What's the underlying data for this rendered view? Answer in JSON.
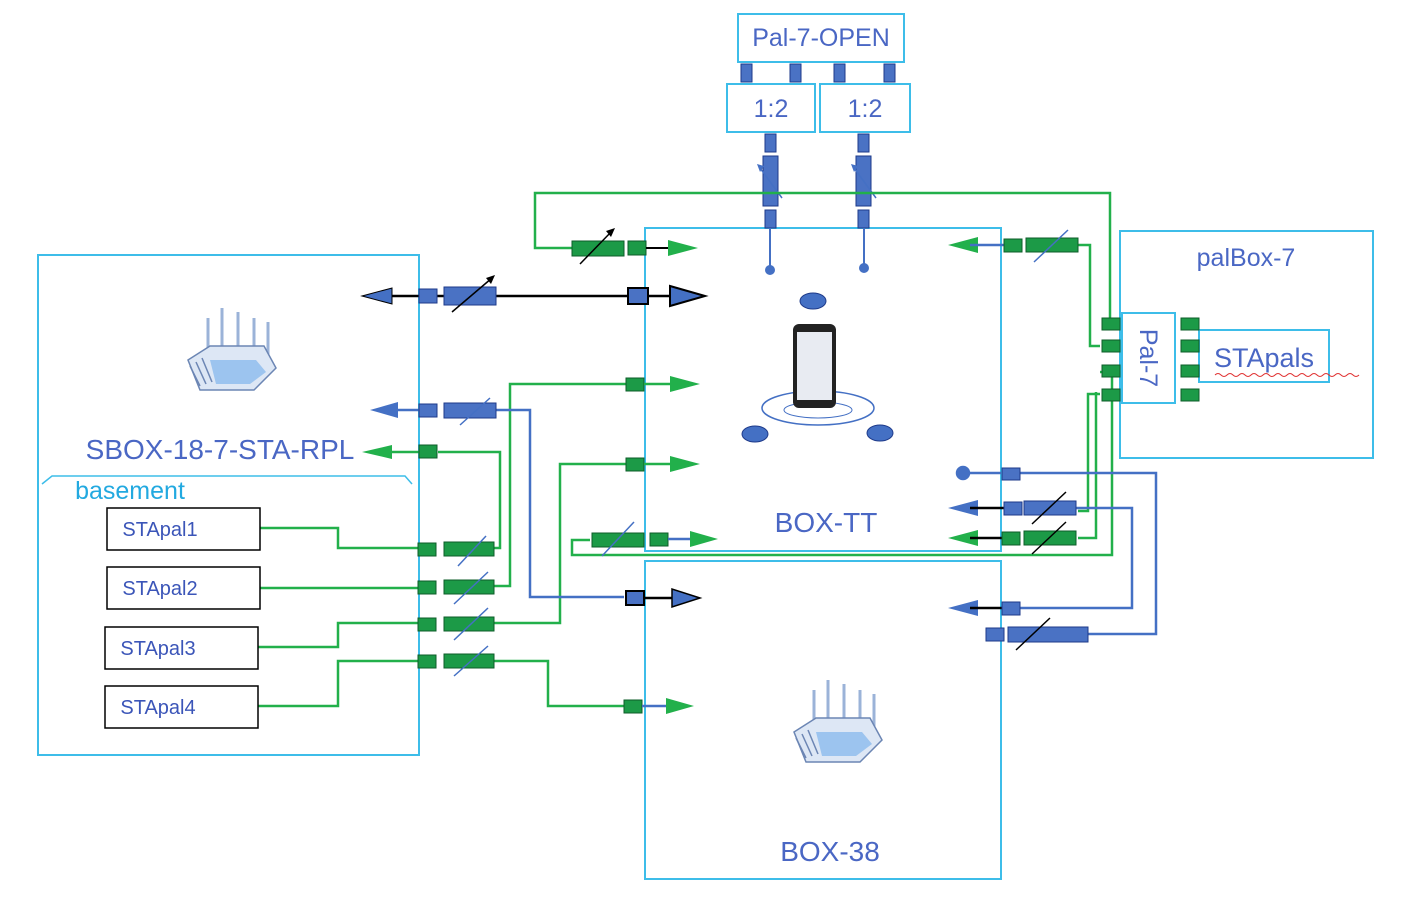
{
  "pal7_open": "Pal-7-OPEN",
  "splitters": [
    "1:2",
    "1:2"
  ],
  "sbox": {
    "title": "SBOX-18-7-STA-RPL",
    "sublabel": "basement",
    "stations": [
      "STApal1",
      "STApal2",
      "STApal3",
      "STApal4"
    ]
  },
  "box_tt": "BOX-TT",
  "box_38": "BOX-38",
  "palbox": {
    "title": "palBox-7",
    "pal": "Pal-7",
    "stapals": "STApals"
  },
  "colors": {
    "frame": "#3dbde9",
    "green_link": "#22b04b",
    "blue_link": "#4470c4",
    "port_green": "#1c9a47",
    "port_blue": "#4a72c4",
    "label": "#4a67c4"
  },
  "icons": [
    "router-icon",
    "phone-icon",
    "turntable-icon",
    "attenuator-icon",
    "arrow-icon"
  ]
}
